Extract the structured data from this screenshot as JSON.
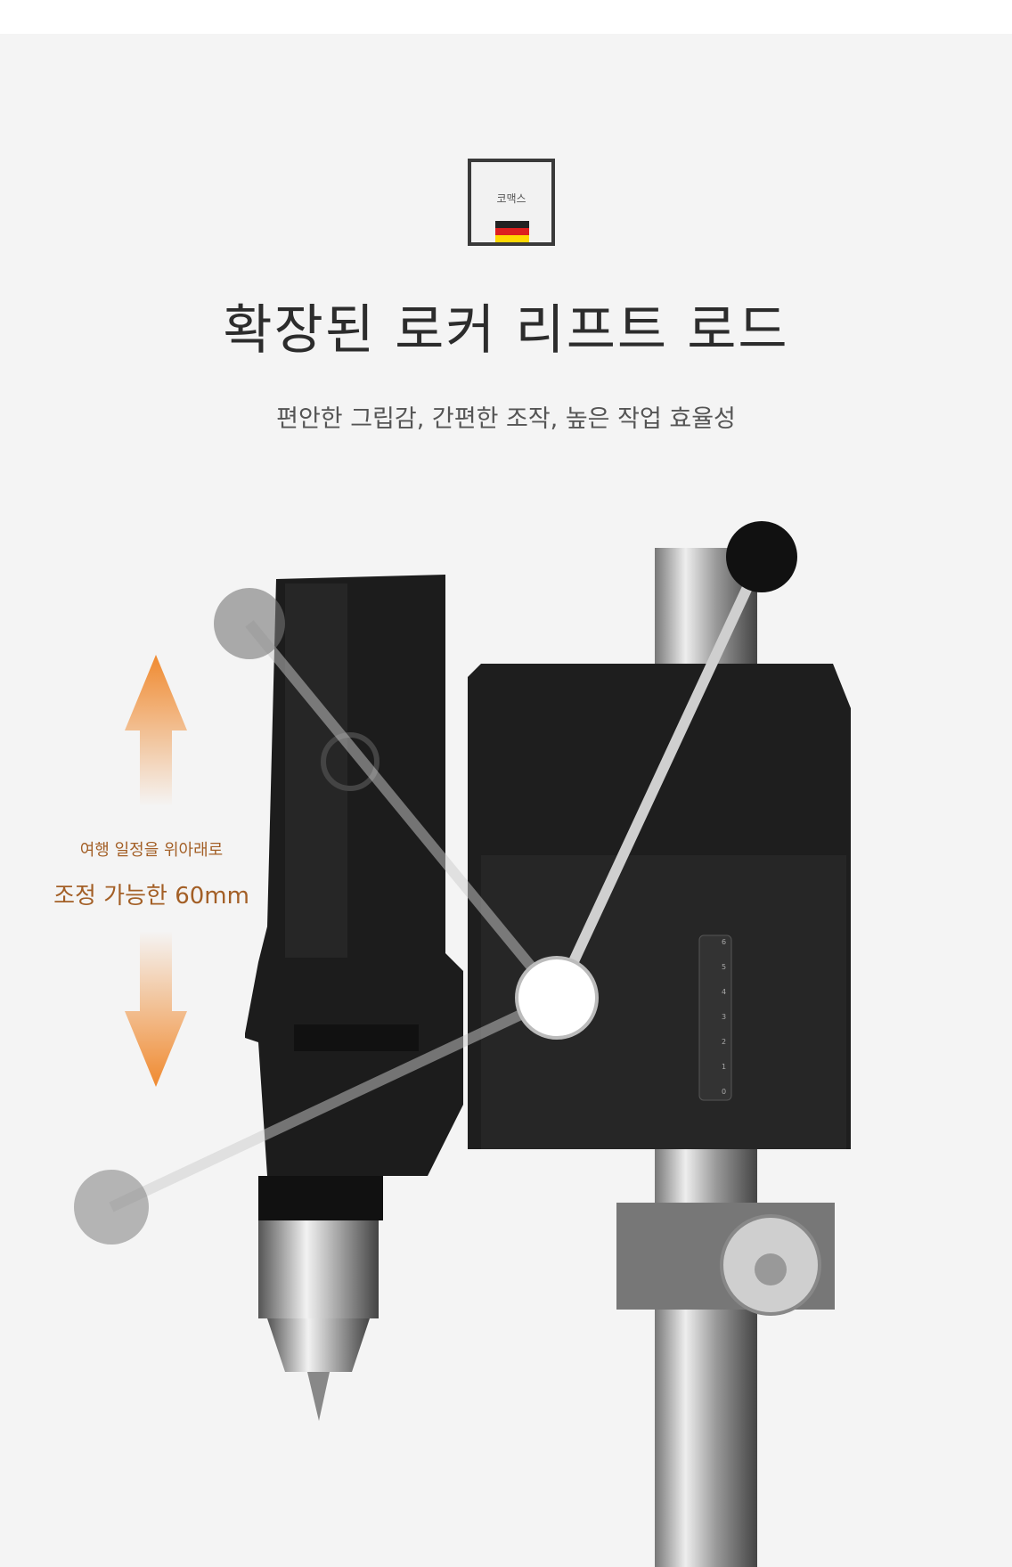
{
  "brand": {
    "logo_text": "코맥스",
    "flag_colors": [
      "#222222",
      "#dd1f1f",
      "#ffd700"
    ]
  },
  "header": {
    "title": "확장된 로커 리프트 로드",
    "subtitle": "편안한 그립감, 간편한 조작, 높은 작업 효율성"
  },
  "annotation": {
    "line1": "여행 일정을 위아래로",
    "line2": "조정 가능한 60mm",
    "accent": "#f08a30"
  },
  "scale_ticks": [
    "6",
    "5",
    "4",
    "3",
    "2",
    "1",
    "0"
  ]
}
